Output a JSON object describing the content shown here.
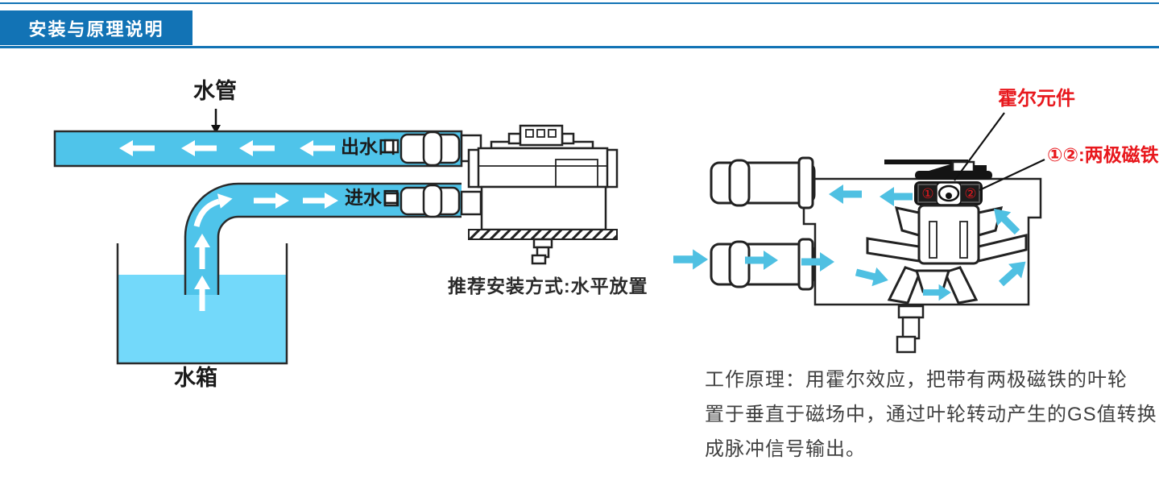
{
  "colors": {
    "accent": "#1273b5",
    "pipe": "#4fc4ea",
    "water": "#73d9fa",
    "flow": "#4fc0e2",
    "red": "#e8181d",
    "ink": "#222222"
  },
  "header": {
    "title": "安装与原理说明"
  },
  "left_diagram": {
    "pipe_label": "水管",
    "outlet_label": "出水口",
    "inlet_label": "进水口",
    "tank_label": "水箱",
    "install_note": "推荐安装方式:水平放置"
  },
  "right_diagram": {
    "hall_label": "霍尔元件",
    "magnet_label": "①②:两极磁铁",
    "magnet_1": "①",
    "magnet_2": "②"
  },
  "principle": {
    "lines": [
      "工作原理：用霍尔效应，把带有两极磁铁的叶轮",
      "置于垂直于磁场中，通过叶轮转动产生的GS值转换",
      "成脉冲信号输出。"
    ]
  }
}
